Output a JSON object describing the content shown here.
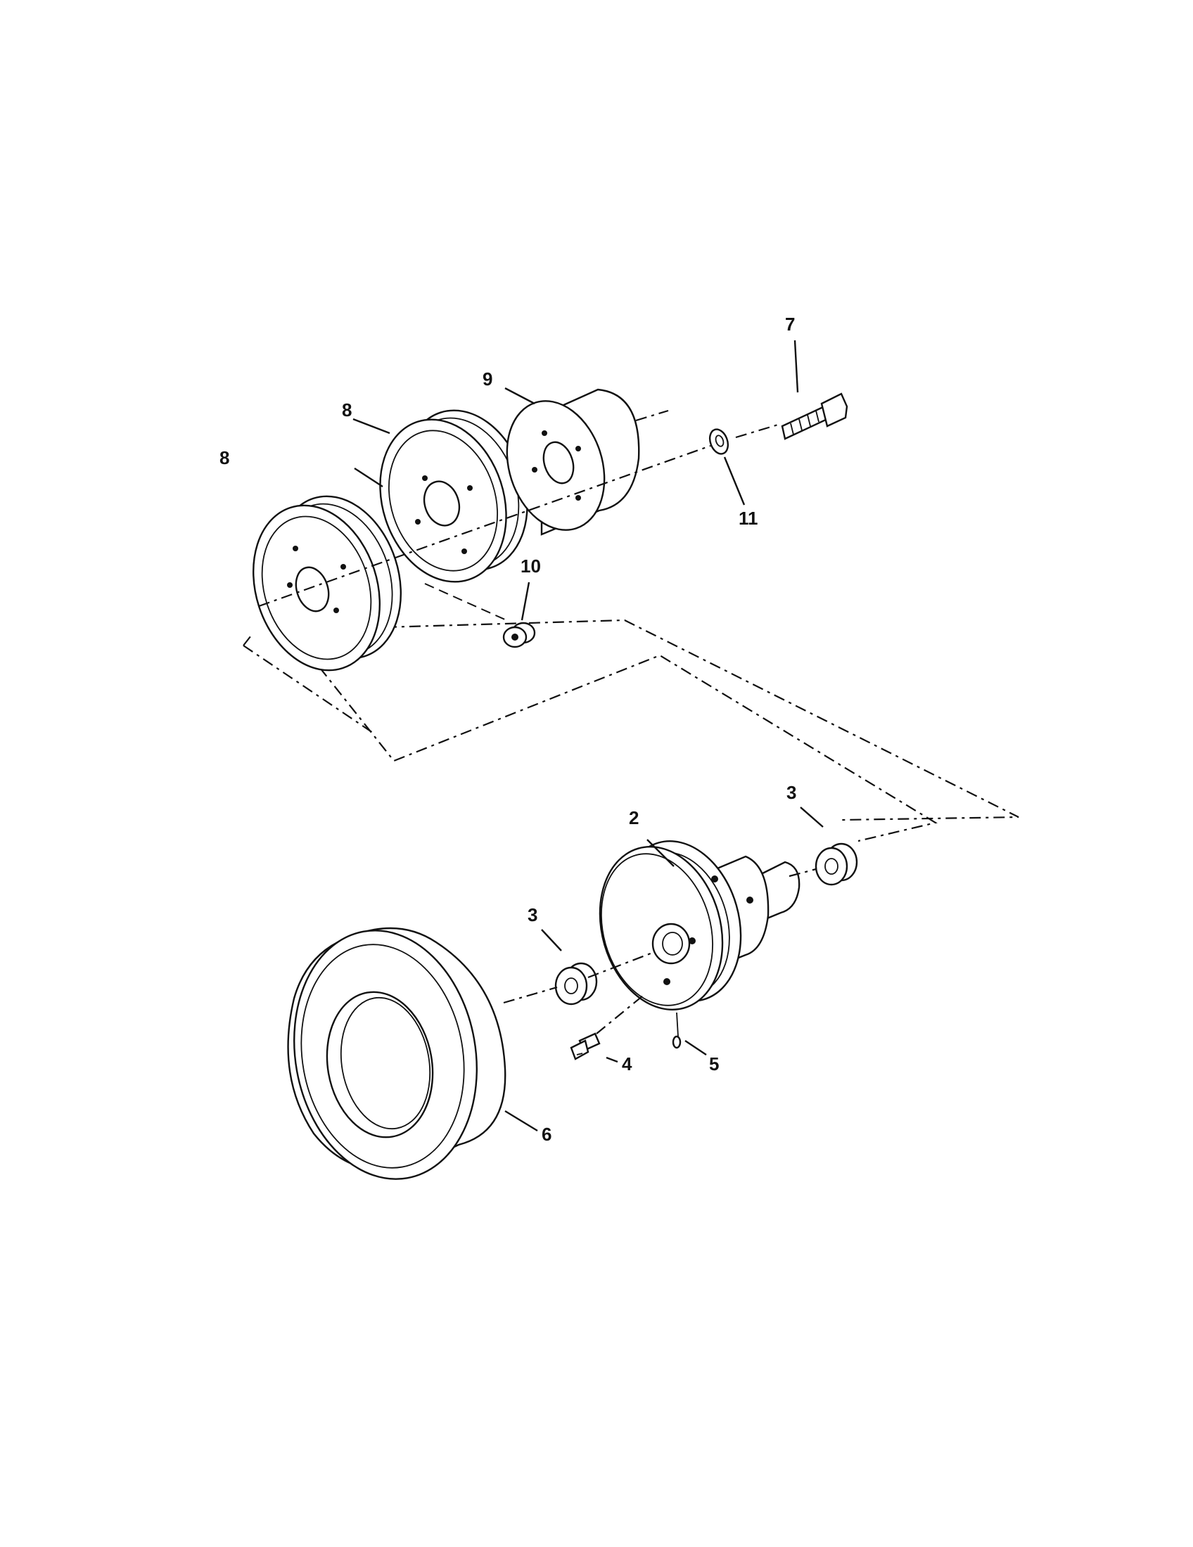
{
  "diagram": {
    "callouts": [
      {
        "id": "c2",
        "label": "2"
      },
      {
        "id": "c3a",
        "label": "3"
      },
      {
        "id": "c3b",
        "label": "3"
      },
      {
        "id": "c4",
        "label": "4"
      },
      {
        "id": "c5",
        "label": "5"
      },
      {
        "id": "c6",
        "label": "6"
      },
      {
        "id": "c7",
        "label": "7"
      },
      {
        "id": "c8a",
        "label": "8"
      },
      {
        "id": "c8b",
        "label": "8"
      },
      {
        "id": "c9",
        "label": "9"
      },
      {
        "id": "c10",
        "label": "10"
      },
      {
        "id": "c11",
        "label": "11"
      }
    ]
  }
}
